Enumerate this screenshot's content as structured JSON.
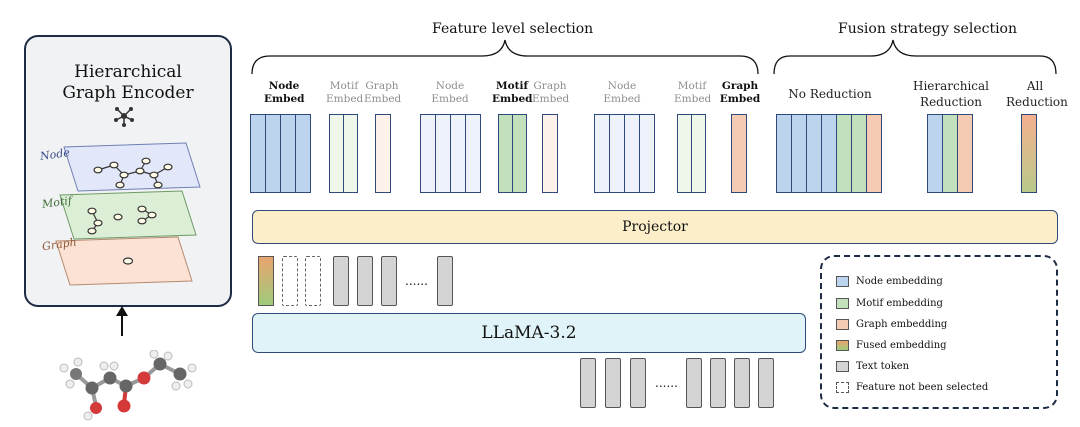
{
  "encoder": {
    "title_line1": "Hierarchical",
    "title_line2": "Graph Encoder",
    "layer_node": "Node",
    "layer_motif": "Motif",
    "layer_graph": "Graph"
  },
  "headers": {
    "feature": "Feature level selection",
    "fusion": "Fusion strategy selection"
  },
  "groups": [
    {
      "node": {
        "l1": "Node",
        "l2": "Embed"
      },
      "motif": {
        "l1": "Motif",
        "l2": "Embed"
      },
      "graph": {
        "l1": "Graph",
        "l2": "Embed"
      }
    },
    {
      "node": {
        "l1": "Node",
        "l2": "Embed"
      },
      "motif": {
        "l1": "Motif",
        "l2": "Embed"
      },
      "graph": {
        "l1": "Graph",
        "l2": "Embed"
      }
    },
    {
      "node": {
        "l1": "Node",
        "l2": "Embed"
      },
      "motif": {
        "l1": "Motif",
        "l2": "Embed"
      },
      "graph": {
        "l1": "Graph",
        "l2": "Embed"
      }
    }
  ],
  "fusion": {
    "no_reduction": "No Reduction",
    "hier_l1": "Hierarchical",
    "hier_l2": "Reduction",
    "all_l1": "All",
    "all_l2": "Reduction"
  },
  "projector": "Projector",
  "llm": "LLaMA-3.2",
  "ellipsis": "......",
  "legend": [
    {
      "label": "Node embedding",
      "color": "#bcd4ee"
    },
    {
      "label": "Motif embedding",
      "color": "#c2e0bb"
    },
    {
      "label": "Graph embedding",
      "color": "#f6cbb3"
    },
    {
      "label": "Fused embedding",
      "color": "#d8b772"
    },
    {
      "label": "Text token",
      "color": "#d4d4d4"
    },
    {
      "label": "Feature not been selected",
      "color": "#ffffff"
    }
  ],
  "colors": {
    "node": "#bcd4ee",
    "motif": "#c2e0bb",
    "graph": "#f6cbb3",
    "node_faded": "#eef3fb",
    "motif_faded": "#eef7ea",
    "graph_faded": "#fdf2ea"
  }
}
